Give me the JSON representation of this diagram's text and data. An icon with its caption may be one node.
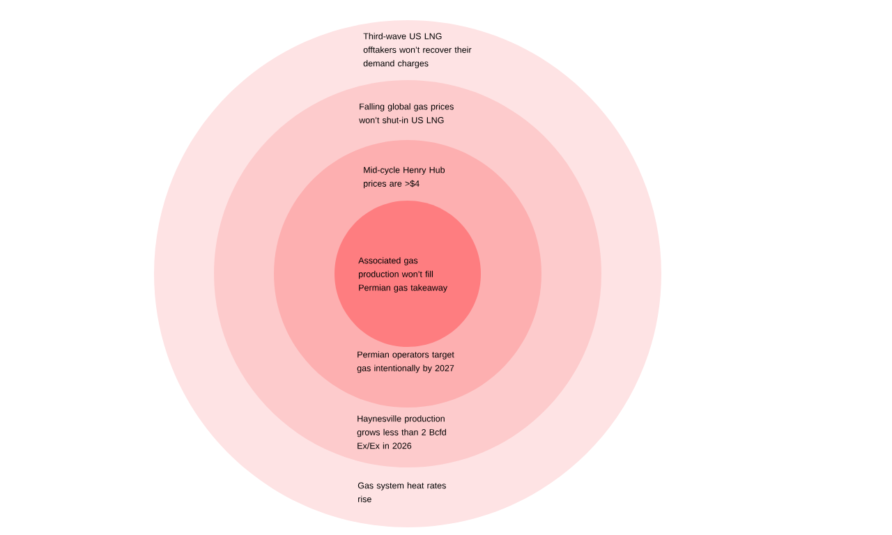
{
  "diagram": {
    "nodes": [
      {
        "text": [
          "Third-wave US LNG offtakers won’t recover their demand charges",
          "Gas system heat rates rise"
        ]
      },
      {
        "text": [
          "Falling global gas prices won’t shut-in US LNG",
          "Haynesville production grows less than 2 Bcfd Ex/Ex in 2026"
        ],
        "in": 0
      },
      {
        "text": [
          "Mid-cycle Henry Hub prices are >$4",
          "Permian operators target gas intentionally by 2027"
        ],
        "in": 1
      },
      {
        "text": [
          "Associated gas production won’t fill Permian gas takeaway"
        ],
        "in": 2
      }
    ]
  }
}
